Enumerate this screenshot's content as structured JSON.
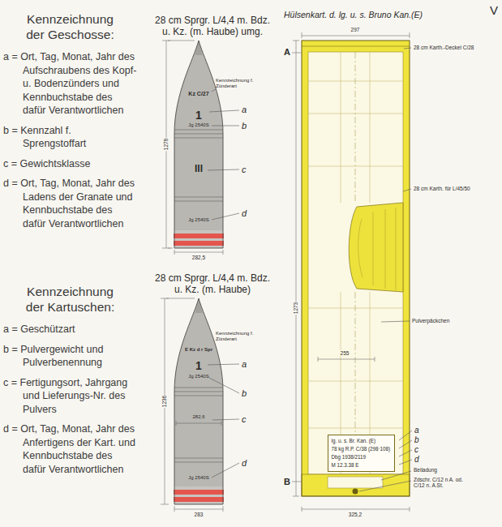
{
  "diagram": {
    "nodes": [
      {
        "text": [
          "28 cm Sprgr. L/4,4 m. Bdz. u. Kz. (m. Haube) umg.",
          "Kz C/27",
          "1",
          "Jg 2540S",
          "III",
          "Jg 2540S"
        ]
      },
      {
        "text": [
          "28 cm Sprgr. L/4,4 m. Bdz. u. Kz. (m. Haube)",
          "E Kz d r Spr",
          "1",
          "Jg 2540S",
          "Jg 2540S"
        ]
      },
      {
        "text": [
          "Hülsenkart. d. lg. u. s. Bruno Kan.(E)"
        ]
      },
      {
        "text": [
          "lg. u. s. Br. Kan. (E)",
          "78 kg R.P. C/38 (298·108)",
          "Dbg 1938/2119",
          "M 12.3.38 E"
        ],
        "in": 2
      }
    ],
    "labels": [
      "Kennzeichnung der Geschosse:",
      "a = Ort, Tag, Monat, Jahr des Aufschraubens des Kopf- u. Bodenzünders und Kennbuchstabe des dafür Verantwortlichen",
      "b = Kennzahl f. Sprengstoffart",
      "c = Gewichtsklasse",
      "d = Ort, Tag, Monat, Jahr des Ladens der Granate und Kennbuchstabe des dafür Verantwortlichen",
      "Kennzeichnung der Kartuschen:",
      "a = Geschützart",
      "b = Pulvergewicht und Pulverbenennung",
      "c = Fertigungsort, Jahrgang und Lieferungs-Nr. des Pulvers",
      "d = Ort, Tag, Monat, Jahr des Anfertigens der Kart. und Kennbuchstabe des dafür Verantwortlichen",
      "Kennzeichnung f. Zünderart",
      "a",
      "b",
      "c",
      "d",
      "1278",
      "282,5",
      "Kennzeichnung f. Zünderart",
      "a",
      "b",
      "c",
      "d",
      "1236",
      "282,6",
      "283",
      "297",
      "28 cm Karth.-Deckel C/28",
      "28 cm Karth. für L/45/50",
      "Pulverpäckchen",
      "255",
      "1273",
      "A",
      "B",
      "a",
      "b",
      "c",
      "d",
      "Beiladung",
      "Zdschr. C/12 n A. od. C/12 n. A.St.",
      "325,2",
      "V"
    ]
  }
}
